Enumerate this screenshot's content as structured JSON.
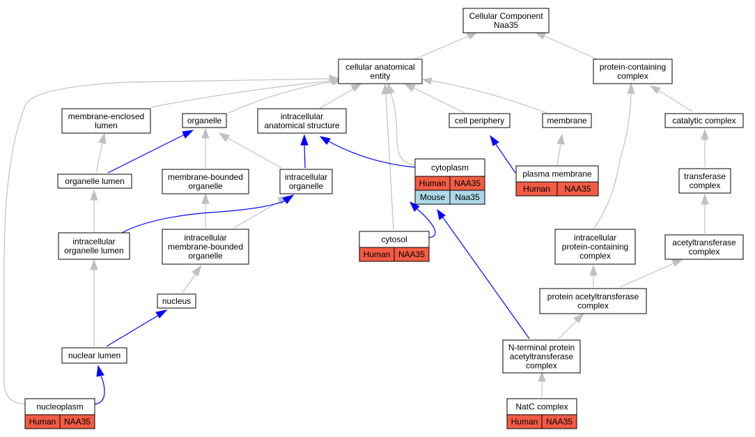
{
  "colors": {
    "edge_gray": "#c0c0c0",
    "edge_blue": "#0000ff",
    "human": "#f25c44",
    "mouse": "#add8e6"
  },
  "nodes": [
    {
      "id": "root",
      "lines": [
        "Cellular Component",
        "Naa35"
      ]
    },
    {
      "id": "cae",
      "lines": [
        "cellular anatomical",
        "entity"
      ]
    },
    {
      "id": "pcc",
      "lines": [
        "protein-containing",
        "complex"
      ]
    },
    {
      "id": "mel",
      "lines": [
        "membrane-enclosed",
        "lumen"
      ]
    },
    {
      "id": "org",
      "lines": [
        "organelle"
      ]
    },
    {
      "id": "ias",
      "lines": [
        "intracellular",
        "anatomical structure"
      ]
    },
    {
      "id": "cp",
      "lines": [
        "cell periphery"
      ]
    },
    {
      "id": "mem",
      "lines": [
        "membrane"
      ]
    },
    {
      "id": "cat",
      "lines": [
        "catalytic complex"
      ]
    },
    {
      "id": "orl",
      "lines": [
        "organelle lumen"
      ]
    },
    {
      "id": "mbo",
      "lines": [
        "membrane-bounded",
        "organelle"
      ]
    },
    {
      "id": "io",
      "lines": [
        "intracellular",
        "organelle"
      ]
    },
    {
      "id": "cyto",
      "lines": [
        "cytoplasm"
      ],
      "rows": [
        [
          "Human",
          "NAA35"
        ],
        [
          "Mouse",
          "Naa35"
        ]
      ]
    },
    {
      "id": "pm",
      "lines": [
        "plasma membrane"
      ],
      "rows": [
        [
          "Human",
          "NAA35"
        ]
      ]
    },
    {
      "id": "trc",
      "lines": [
        "transferase",
        "complex"
      ]
    },
    {
      "id": "iol",
      "lines": [
        "intracellular",
        "organelle lumen"
      ]
    },
    {
      "id": "imbo",
      "lines": [
        "intracellular",
        "membrane-bounded",
        "organelle"
      ]
    },
    {
      "id": "cytosol",
      "lines": [
        "cytosol"
      ],
      "rows": [
        [
          "Human",
          "NAA35"
        ]
      ]
    },
    {
      "id": "ipcc",
      "lines": [
        "intracellular",
        "protein-containing",
        "complex"
      ]
    },
    {
      "id": "actc",
      "lines": [
        "acetyltransferase",
        "complex"
      ]
    },
    {
      "id": "nuc",
      "lines": [
        "nucleus"
      ]
    },
    {
      "id": "pac",
      "lines": [
        "protein acetyltransferase",
        "complex"
      ]
    },
    {
      "id": "nl",
      "lines": [
        "nuclear lumen"
      ]
    },
    {
      "id": "ntpac",
      "lines": [
        "N-terminal protein",
        "acetyltransferase",
        "complex"
      ]
    },
    {
      "id": "np",
      "lines": [
        "nucleoplasm"
      ],
      "rows": [
        [
          "Human",
          "NAA35"
        ]
      ]
    },
    {
      "id": "natc",
      "lines": [
        "NatC complex"
      ],
      "rows": [
        [
          "Human",
          "NAA35"
        ]
      ]
    }
  ]
}
